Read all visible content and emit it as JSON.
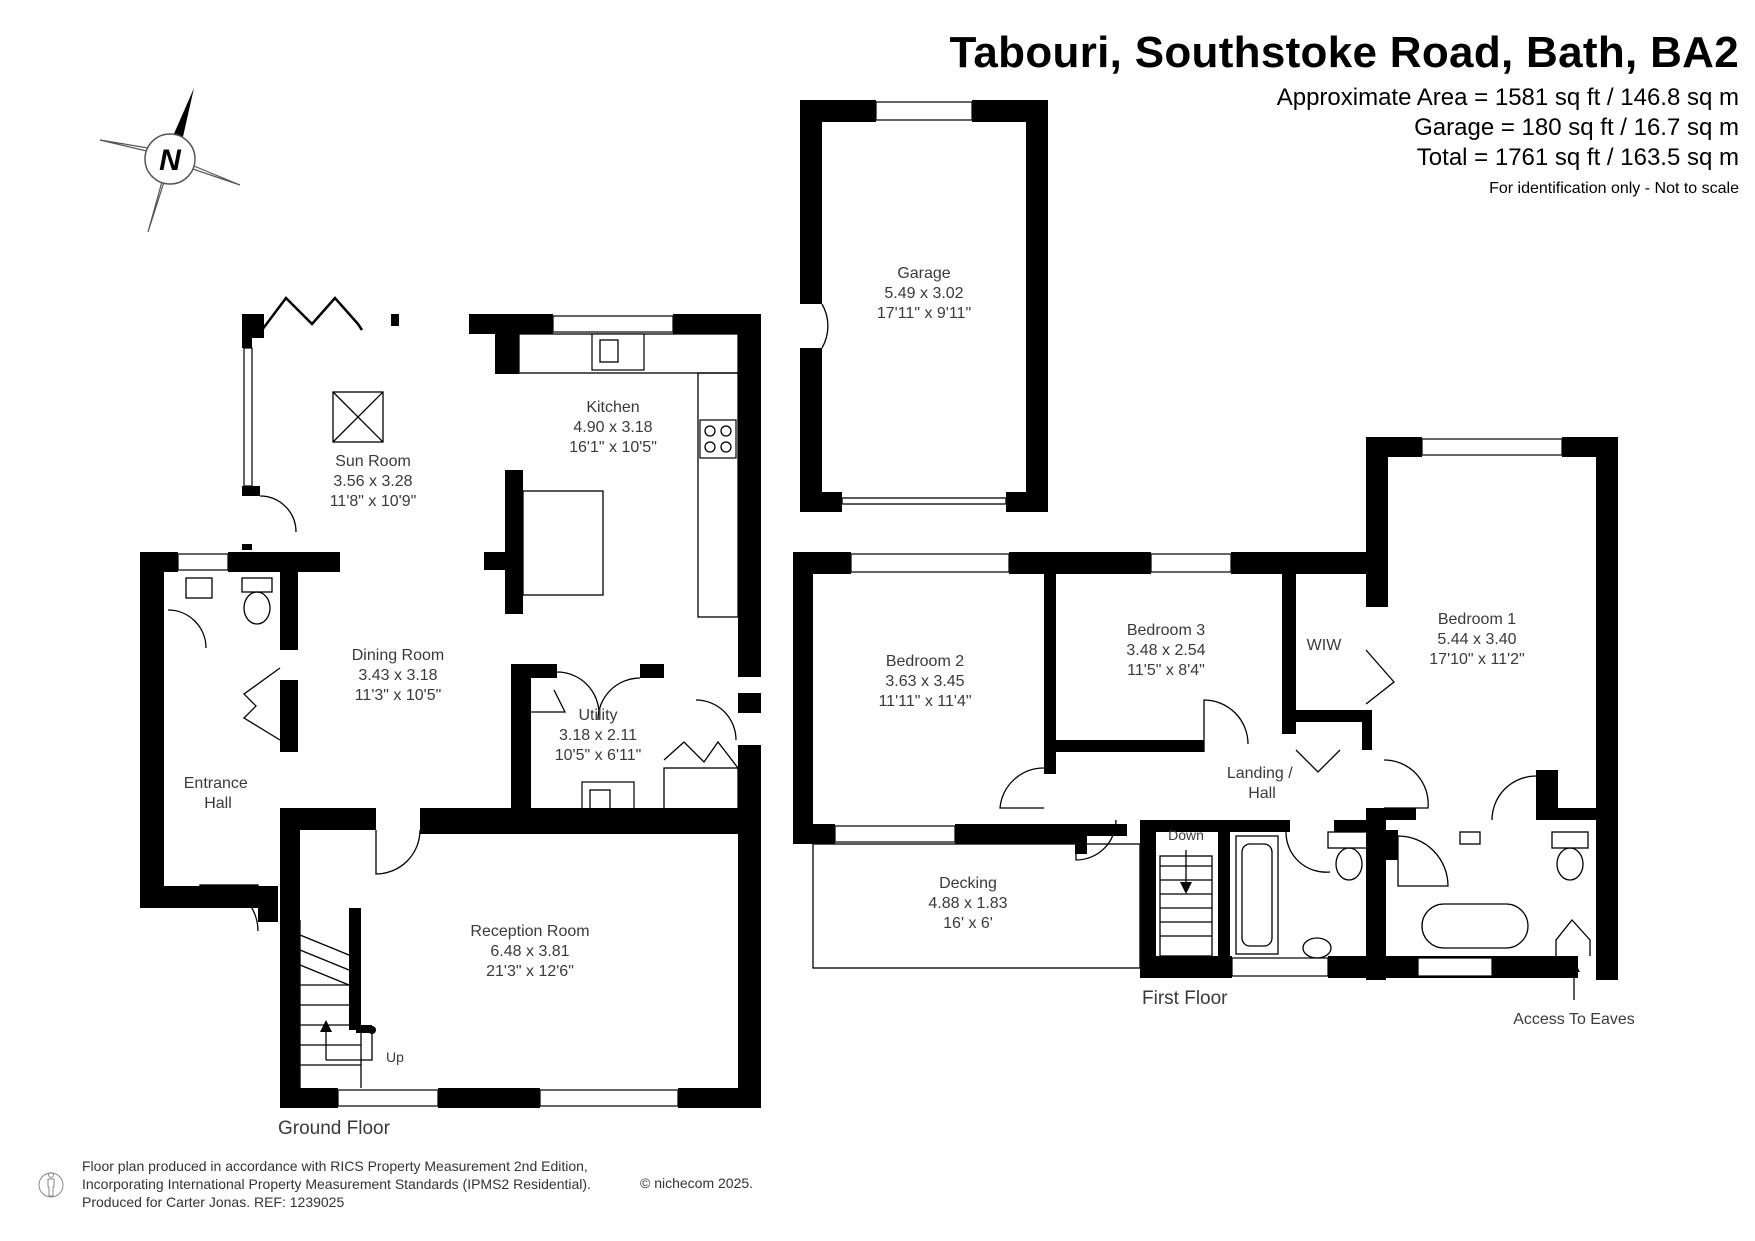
{
  "header": {
    "title": "Tabouri, Southstoke Road, Bath, BA2",
    "areas": [
      "Approximate Area = 1581 sq ft / 146.8 sq m",
      "Garage = 180 sq ft / 16.7 sq m",
      "Total = 1761 sq ft / 163.5 sq m"
    ],
    "note": "For identification only - Not to scale"
  },
  "compass": {
    "label": "N"
  },
  "ground_floor": {
    "label": "Ground Floor",
    "rooms": [
      {
        "name": "Sun Room",
        "metric": "3.56 x 3.28",
        "imperial": "11'8\" x 10'9\""
      },
      {
        "name": "Kitchen",
        "metric": "4.90 x 3.18",
        "imperial": "16'1\" x 10'5\""
      },
      {
        "name": "Dining Room",
        "metric": "3.43 x 3.18",
        "imperial": "11'3\" x 10'5\""
      },
      {
        "name": "Utility",
        "metric": "3.18 x 2.11",
        "imperial": "10'5\" x 6'11\""
      },
      {
        "name": "Entrance Hall"
      },
      {
        "name": "Reception Room",
        "metric": "6.48 x 3.81",
        "imperial": "21'3\" x 12'6\""
      }
    ],
    "stairs_label": "Up"
  },
  "garage": {
    "name": "Garage",
    "metric": "5.49 x 3.02",
    "imperial": "17'11\" x 9'11\""
  },
  "first_floor": {
    "label": "First Floor",
    "rooms": [
      {
        "name": "Bedroom 2",
        "metric": "3.63 x 3.45",
        "imperial": "11'11\" x 11'4\""
      },
      {
        "name": "Bedroom 3",
        "metric": "3.48 x 2.54",
        "imperial": "11'5\" x 8'4\""
      },
      {
        "name": "WIW"
      },
      {
        "name": "Bedroom 1",
        "metric": "5.44 x 3.40",
        "imperial": "17'10\" x 11'2\""
      },
      {
        "name": "Landing / Hall"
      },
      {
        "name": "Decking",
        "metric": "4.88 x 1.83",
        "imperial": "16' x 6'"
      }
    ],
    "stairs_label": "Down",
    "eaves_label": "Access To Eaves"
  },
  "footer": {
    "lines": [
      "Floor plan produced in accordance with RICS Property Measurement 2nd Edition,",
      "Incorporating International Property Measurement Standards (IPMS2 Residential).",
      "Produced for Carter Jonas.   REF: 1239025"
    ],
    "credit": "© nichecom 2025."
  }
}
